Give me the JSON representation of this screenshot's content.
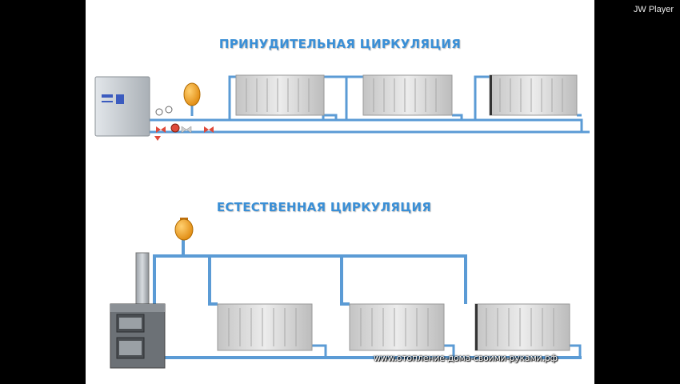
{
  "player": {
    "brand": "JW Player"
  },
  "diagram": {
    "title_forced": "ПРИНУДИТЕЛЬНАЯ ЦИРКУЛЯЦИЯ",
    "title_natural": "ЕСТЕСТВЕННАЯ ЦИРКУЛЯЦИЯ",
    "watermark": "www.отопление-дома-своими-руками.рф"
  },
  "colors": {
    "pipe": "#5b9bd5",
    "title": "#3a8fd6",
    "tank": "#f0a020",
    "radiator": "#d8d8d8"
  }
}
